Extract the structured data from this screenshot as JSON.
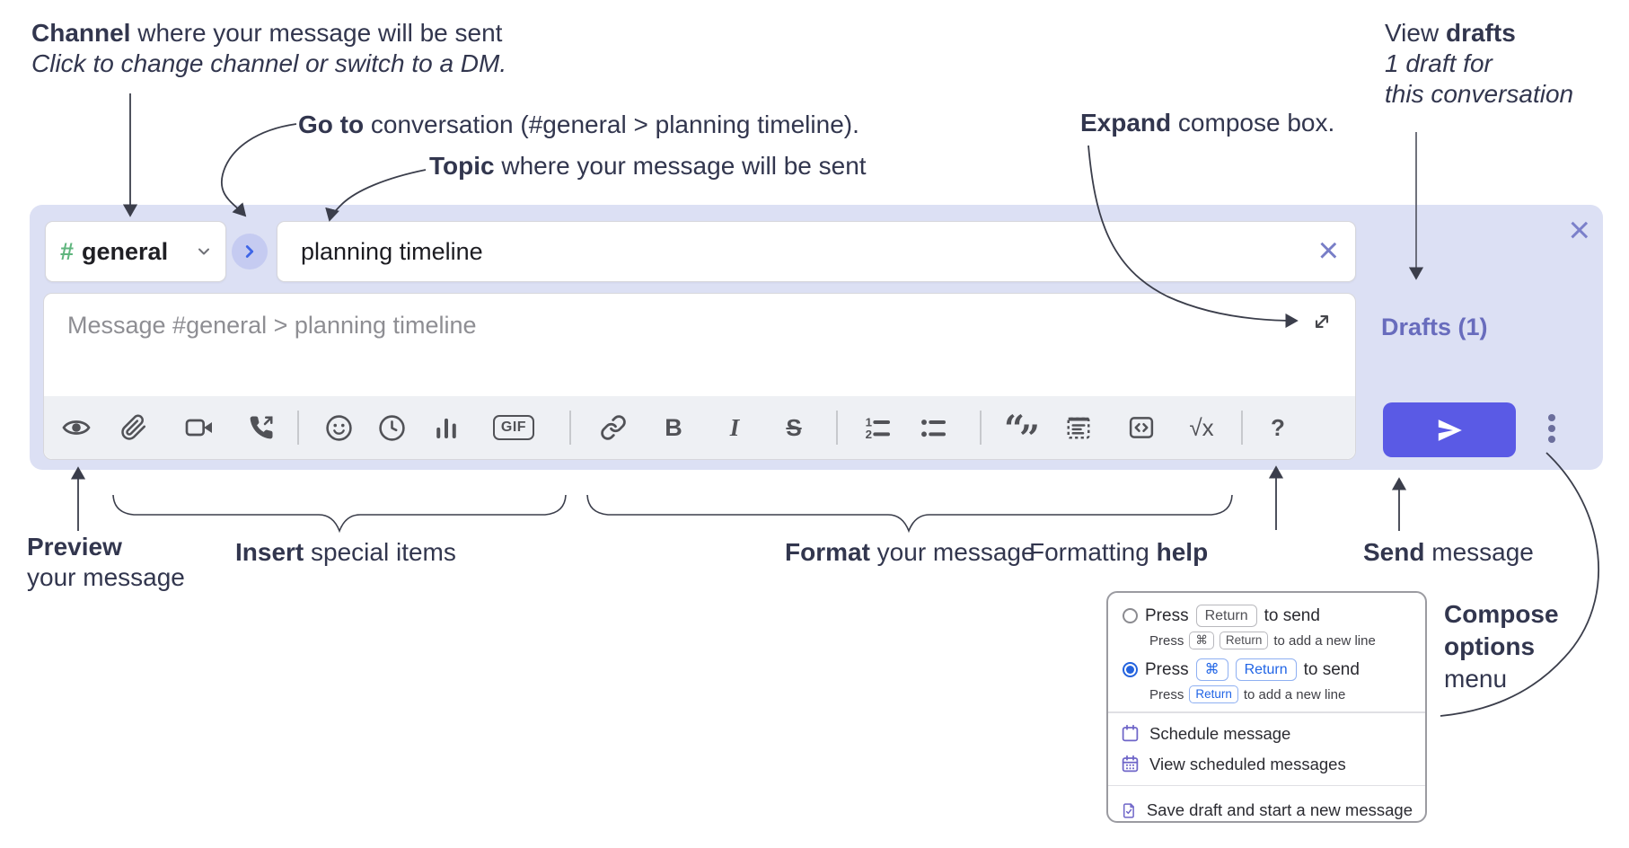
{
  "annotations": {
    "channel": {
      "bold": "Channel",
      "rest": " where your message will be sent",
      "line2": "Click to change channel or switch to a DM."
    },
    "goto": {
      "bold": "Go to",
      "rest": " conversation (#general > planning timeline)."
    },
    "topic": {
      "bold": "Topic",
      "rest": " where your message will be sent"
    },
    "expand": {
      "bold": "Expand",
      "rest": " compose box."
    },
    "view_drafts": {
      "pre": "View ",
      "bold": "drafts",
      "line2": "1 draft for",
      "line3": "this conversation"
    },
    "preview": {
      "bold": "Preview",
      "line2": "your message"
    },
    "insert": {
      "bold": "Insert",
      "rest": " special items"
    },
    "format": {
      "bold": "Format",
      "rest": " your message"
    },
    "help": {
      "pre": "Formatting ",
      "bold": "help"
    },
    "send": {
      "bold": "Send",
      "rest": " message"
    },
    "compose_options": {
      "line1": "Compose",
      "line2": "options",
      "line3": "menu"
    }
  },
  "composer": {
    "channel_hash": "#",
    "channel_name": "general",
    "topic_value": "planning timeline",
    "topic_clear": "×",
    "close": "×",
    "message_placeholder": "Message #general > planning timeline",
    "drafts_link": "Drafts (1)",
    "toolbar": {
      "gif": "GIF",
      "bold": "B",
      "italic": "I",
      "strike": "S",
      "ol1": "1",
      "ol2": "2",
      "quote_open": "“",
      "quote_close": "”",
      "sqrt": "√x",
      "help": "?"
    },
    "toolbar_icon_names": [
      "preview-eye",
      "attach-paperclip",
      "video-clip",
      "audio-call",
      "emoji-smiley",
      "clock",
      "poll-bars",
      "gif",
      "link",
      "bold",
      "italic",
      "strikethrough",
      "ordered-list",
      "bulleted-list",
      "blockquote",
      "code-block",
      "inline-code",
      "formula",
      "formatting-help"
    ]
  },
  "options_menu": {
    "option1": {
      "selected": false,
      "main": {
        "t1": "Press",
        "k1": "Return",
        "t2": "to send"
      },
      "sub": {
        "t1": "Press",
        "k1": "⌘",
        "k2": "Return",
        "t2": "to add a new line"
      }
    },
    "option2": {
      "selected": true,
      "main": {
        "t1": "Press",
        "k1": "⌘",
        "k2": "Return",
        "t2": "to send"
      },
      "sub": {
        "t1": "Press",
        "k1": "Return",
        "t2": "to add a new line"
      }
    },
    "schedule": "Schedule message",
    "view_scheduled": "View scheduled messages",
    "save_draft": "Save draft and start a new message"
  },
  "colors": {
    "composer_bg": "#dce0f4",
    "send_button": "#5a5ae5",
    "hash_green": "#5fb57e",
    "goto_chevron": "#3e65e7",
    "drafts_link": "#686cbd",
    "radio_selected": "#2463de",
    "chip_blue": "#2165e6",
    "menu_icon_purple": "#6e65c8",
    "annotation_text": "#32364e"
  }
}
